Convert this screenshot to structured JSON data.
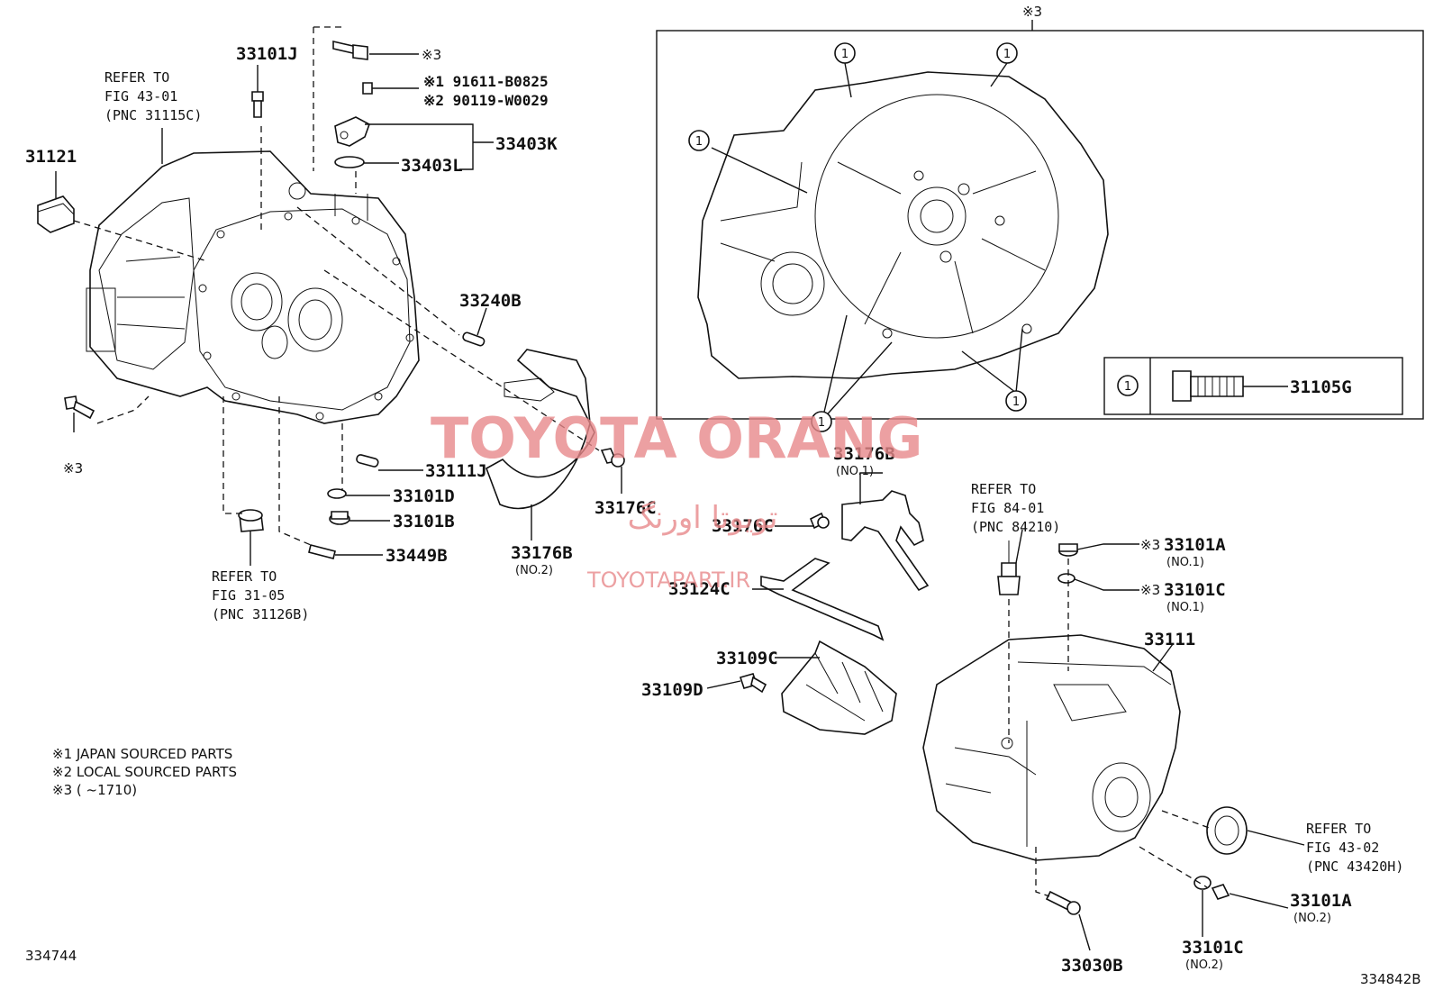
{
  "labels": {
    "p33101J_top": "33101J",
    "mark3_top": "※3",
    "mark1_part": "※1 91611-B0825",
    "mark2_part": "※2 90119-W0029",
    "p33403K": "33403K",
    "p33403L": "33403L",
    "p31121": "31121",
    "p33240B": "33240B",
    "mark3_left": "※3",
    "p33111J": "33111J",
    "p33101D": "33101D",
    "p33101B": "33101B",
    "p33449B": "33449B",
    "p33176C_a": "33176C",
    "p33176B_no2": "33176B",
    "p33176B_no2_sub": "(NO.2)",
    "p33176B_no1": "33176B",
    "p33176B_no1_sub": "(NO.1)",
    "p33176C_b": "33176C",
    "p33124C": "33124C",
    "p33109C": "33109C",
    "p33109D": "33109D",
    "p33101A_no1": "33101A",
    "p33101A_no1_sub": "(NO.1)",
    "p33101A_no1_mark": "※3",
    "p33101C_no1": "33101C",
    "p33101C_no1_sub": "(NO.1)",
    "p33101C_no1_mark": "※3",
    "p33111": "33111",
    "p33101A_no2": "33101A",
    "p33101A_no2_sub": "(NO.2)",
    "p33101C_no2": "33101C",
    "p33101C_no2_sub": "(NO.2)",
    "p33030B": "33030B",
    "box_mark3": "※3",
    "callout_1": "1",
    "p31105G": "31105G"
  },
  "refs": {
    "fig43_01": [
      "REFER TO",
      "FIG 43-01",
      "(PNC 31115C)"
    ],
    "fig31_05": [
      "REFER TO",
      "FIG 31-05",
      "(PNC 31126B)"
    ],
    "fig84_01": [
      "REFER TO",
      "FIG 84-01",
      "(PNC 84210)"
    ],
    "fig43_02": [
      "REFER TO",
      "FIG 43-02",
      "(PNC 43420H)"
    ]
  },
  "notes": [
    "※1 JAPAN SOURCED PARTS",
    "※2 LOCAL SOURCED PARTS",
    "※3 (        ~1710)"
  ],
  "footer": {
    "left_id": "334744",
    "right_id": "334842B"
  },
  "watermark": {
    "main": "TOYOTA ORANG",
    "persian": "تویوتا اورنگ",
    "site": "TOYOTAPART.IR"
  },
  "colors": {
    "ink": "#111111",
    "watermark": "#e8898b"
  }
}
